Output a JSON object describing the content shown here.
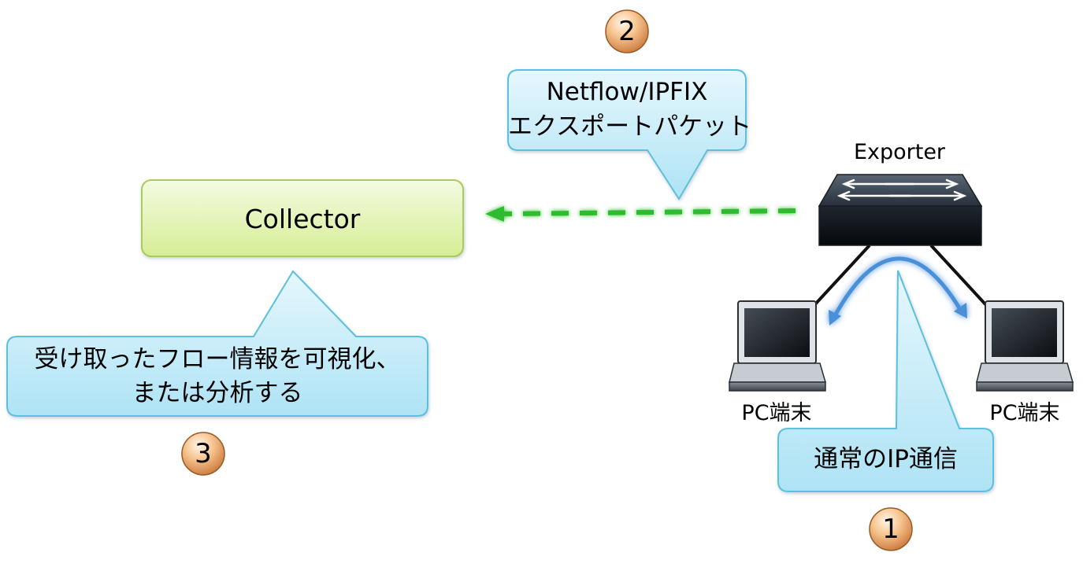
{
  "collector": {
    "label": "Collector"
  },
  "exporter": {
    "label": "Exporter"
  },
  "pc_left": {
    "label": "PC端末"
  },
  "pc_right": {
    "label": "PC端末"
  },
  "callouts": {
    "normal_ip": "通常のIP通信",
    "export_packet_line1": "Netflow/IPFIX",
    "export_packet_line2": "エクスポートパケット",
    "visualize_line1": "受け取ったフロー情報を可視化、",
    "visualize_line2": "または分析する"
  },
  "steps": {
    "one": "1",
    "two": "2",
    "three": "3"
  },
  "colors": {
    "collector_fill": "#e3f4b8",
    "collector_border": "#a9cc5b",
    "callout_fill": "#c8ecf8",
    "callout_border": "#5cc0de",
    "export_arrow": "#2dbb2d",
    "flow_arrow": "#4a90d9",
    "step_badge": "#f0a868"
  },
  "icons": {
    "exporter": "network-switch-icon",
    "pc": "laptop-icon",
    "steps": "numbered-circle-icon"
  }
}
